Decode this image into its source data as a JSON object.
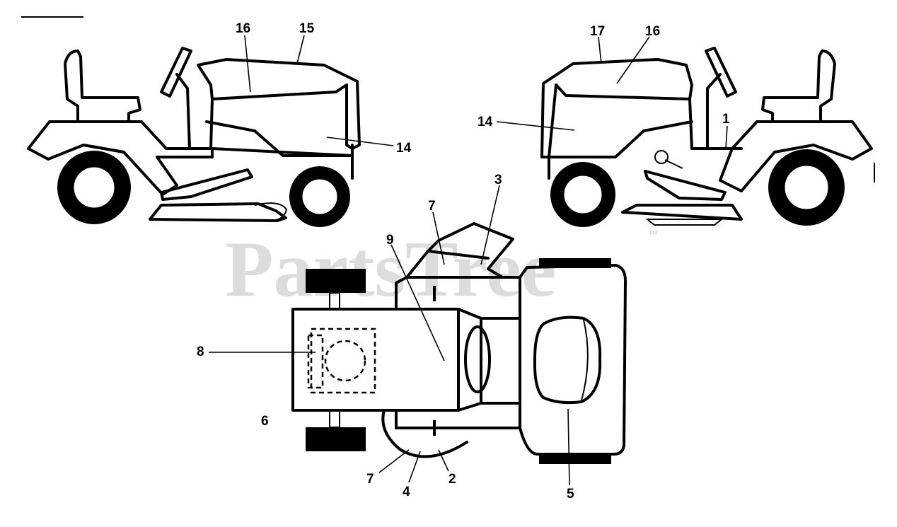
{
  "watermark": {
    "text": "PartsTree",
    "trademark": "™"
  },
  "callouts": {
    "left_view": [
      "16",
      "15",
      "14"
    ],
    "right_view": [
      "17",
      "16",
      "14",
      "1"
    ],
    "top_view": [
      "7",
      "3",
      "9",
      "8",
      "6",
      "7",
      "4",
      "2",
      "5"
    ]
  }
}
